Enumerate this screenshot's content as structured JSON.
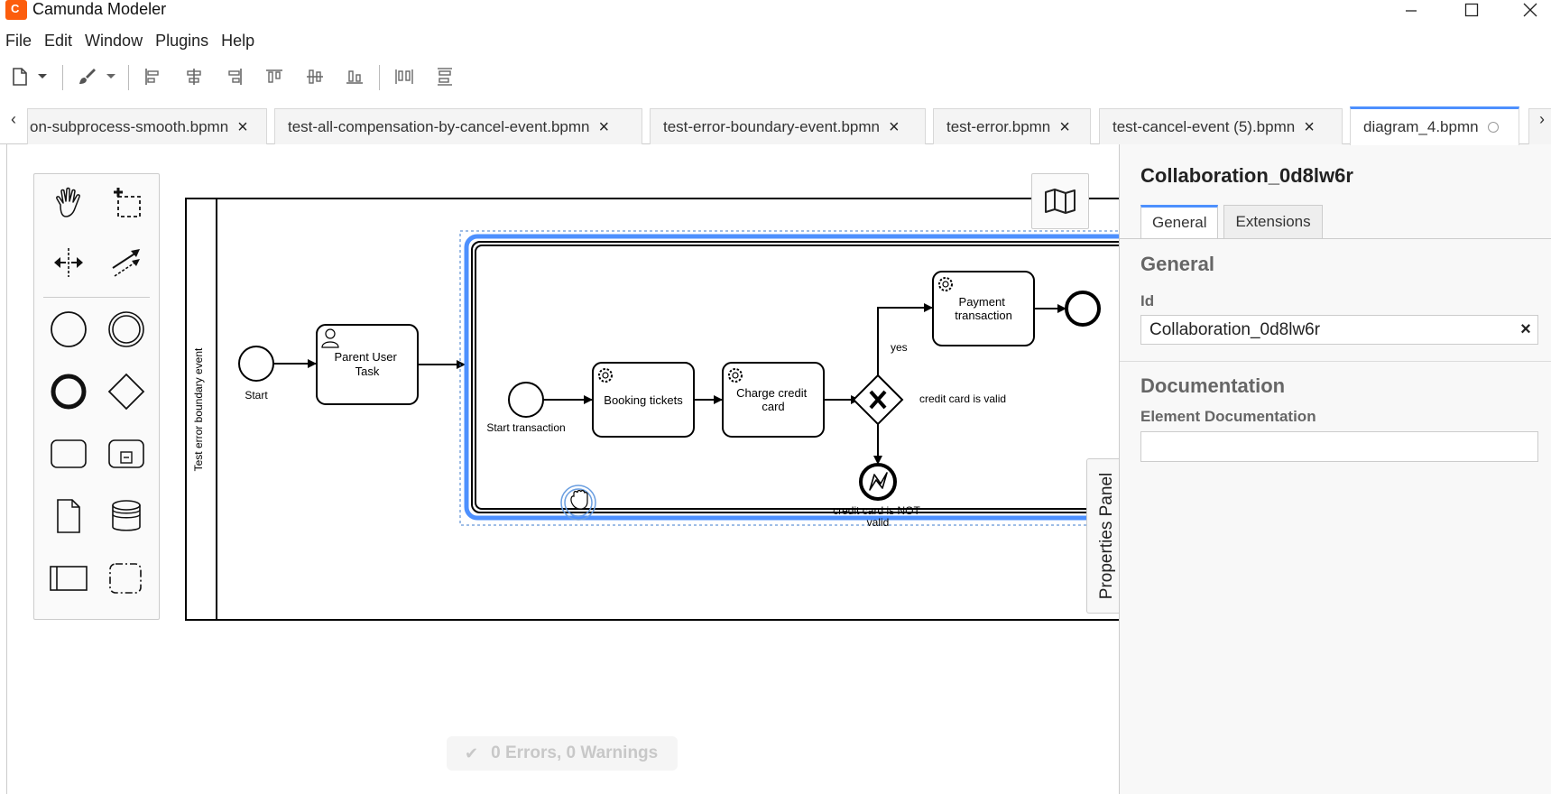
{
  "window": {
    "title": "Camunda Modeler",
    "icon": "camunda-logo-icon",
    "controls": [
      "minimize-icon",
      "maximize-icon",
      "close-icon"
    ]
  },
  "menu": {
    "items": [
      "File",
      "Edit",
      "Window",
      "Plugins",
      "Help"
    ]
  },
  "toolbar": {
    "icons": [
      "new-file-icon",
      "chevron-down-icon",
      "brush-icon",
      "chevron-down-icon",
      "align-left-icon",
      "align-center-icon",
      "align-right-icon",
      "align-top-icon",
      "align-middle-icon",
      "align-bottom-icon",
      "distribute-horizontal-icon",
      "distribute-vertical-icon"
    ]
  },
  "tabs": {
    "scroll_left": "‹",
    "scroll_right": "›",
    "items": [
      {
        "label": "on-subprocess-smooth.bpmn",
        "active": false
      },
      {
        "label": "test-all-compensation-by-cancel-event.bpmn",
        "active": false
      },
      {
        "label": "test-error-boundary-event.bpmn",
        "active": false
      },
      {
        "label": "test-error.bpmn",
        "active": false
      },
      {
        "label": "test-cancel-event (5).bpmn",
        "active": false
      },
      {
        "label": "diagram_4.bpmn",
        "active": true
      }
    ],
    "close_glyph": "×"
  },
  "palette": {
    "tools": [
      "hand-tool-icon",
      "lasso-tool-icon",
      "space-tool-icon",
      "global-connect-icon",
      "start-event-icon",
      "intermediate-event-icon",
      "end-event-icon",
      "gateway-icon",
      "task-icon",
      "subprocess-icon",
      "data-object-icon",
      "data-store-icon",
      "participant-icon",
      "group-icon"
    ]
  },
  "diagram": {
    "pool_label": "Test error boundary event",
    "start": "Start",
    "parent_task": [
      "Parent User",
      "Task"
    ],
    "start_transaction": "Start transaction",
    "booking": "Booking tickets",
    "charge": [
      "Charge credit",
      "card"
    ],
    "payment": [
      "Payment",
      "transaction"
    ],
    "yes": "yes",
    "valid": "credit card is valid",
    "not_valid": [
      "credit card is NOT",
      "valid"
    ]
  },
  "status": {
    "text": "0 Errors, 0 Warnings",
    "check": "✔"
  },
  "properties": {
    "toggle_label": "Properties Panel",
    "title": "Collaboration_0d8lw6r",
    "tabs": [
      "General",
      "Extensions"
    ],
    "general_group": "General",
    "id_label": "Id",
    "id_value": "Collaboration_0d8lw6r",
    "clear_glyph": "×",
    "doc_group": "Documentation",
    "doc_label": "Element Documentation",
    "doc_value": ""
  }
}
